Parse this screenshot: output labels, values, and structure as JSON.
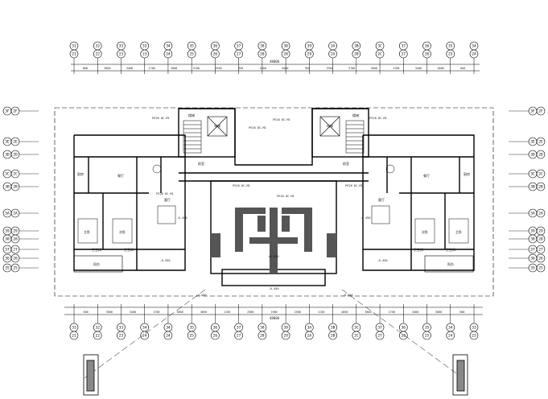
{
  "drawing": {
    "top_axis_labels": [
      [
        "31",
        "21"
      ],
      [
        "32",
        "22"
      ],
      [
        "33",
        "23"
      ],
      [
        "33",
        "23"
      ],
      [
        "34",
        "24"
      ],
      [
        "35",
        "25"
      ],
      [
        "36",
        "26"
      ],
      [
        "37",
        "27"
      ],
      [
        "38",
        "28"
      ],
      [
        "38",
        "28"
      ],
      [
        "39",
        "29"
      ],
      [
        "3A",
        "2A"
      ],
      [
        "3B",
        "2B"
      ],
      [
        "3C",
        "2C"
      ],
      [
        "37",
        "27"
      ],
      [
        "36",
        "26"
      ],
      [
        "35",
        "25"
      ],
      [
        "34",
        "24"
      ],
      [
        "34",
        "24"
      ],
      [
        "33",
        "23"
      ],
      [
        "32",
        "22"
      ],
      [
        "31",
        "21"
      ]
    ],
    "bottom_axis_labels": [
      [
        "31",
        "21"
      ],
      [
        "32",
        "22"
      ],
      [
        "33",
        "23"
      ],
      [
        "34",
        "24"
      ],
      [
        "34",
        "24"
      ],
      [
        "35",
        "25"
      ],
      [
        "36",
        "26"
      ],
      [
        "37",
        "27"
      ],
      [
        "38",
        "28"
      ],
      [
        "39",
        "29"
      ],
      [
        "3A",
        "2A"
      ],
      [
        "3B",
        "2B"
      ],
      [
        "3C",
        "2C"
      ],
      [
        "37",
        "27"
      ],
      [
        "36",
        "26"
      ],
      [
        "35",
        "25"
      ],
      [
        "34",
        "24"
      ],
      [
        "33",
        "23"
      ],
      [
        "32",
        "22"
      ],
      [
        "31",
        "21"
      ]
    ],
    "side_axis_labels": [
      [
        "3F",
        "2F"
      ],
      [
        "3E",
        "2E"
      ],
      [
        "3D",
        "2D"
      ],
      [
        "3C",
        "2C"
      ],
      [
        "3B",
        "2B"
      ],
      [
        "3A",
        "2A"
      ],
      [
        "39",
        "29"
      ],
      [
        "38",
        "28"
      ],
      [
        "37",
        "27"
      ],
      [
        "36",
        "26"
      ],
      [
        "35",
        "25"
      ]
    ],
    "top_overall_dimension": "48000",
    "bottom_overall_dimension": "48000",
    "top_dimensions": [
      "600",
      "3600",
      "3400",
      "1700",
      "3600",
      "3700",
      "1950",
      "950",
      "5400",
      "2600",
      "950",
      "1950",
      "3700",
      "3600",
      "1700",
      "3400",
      "3600",
      "600"
    ],
    "bottom_dimensions": [
      "600",
      "3600",
      "3400",
      "1700",
      "3600",
      "4050",
      "1150",
      "2500",
      "1900",
      "2500",
      "1150",
      "4050",
      "3600",
      "1700",
      "3400",
      "3600",
      "600"
    ],
    "room_labels": [
      "主卧",
      "次卧",
      "客厅",
      "餐厅",
      "厨房",
      "卫生间",
      "卫生间",
      "阳台",
      "卫生间",
      "卫生间",
      "主卧",
      "次卧",
      "客厅",
      "餐厅",
      "厨房",
      "阳台",
      "电梯",
      "楼梯",
      "前室",
      "前室",
      "电梯",
      "楼梯"
    ],
    "callouts": [
      "PE20 DC-M1",
      "PE20 DC-M1",
      "PE20 DC-M1",
      "PE20 DC-M1",
      "PE20 DC-M1",
      "PE20 DC-M1",
      "PE20 DC-M1",
      "PE20 DC-M1"
    ],
    "level_marks": [
      "±0.000",
      "-0.450",
      "-0.450",
      "-0.450",
      "-0.450",
      "-0.450",
      "-0.450",
      "-0.450"
    ],
    "colors": {
      "line": "#000000",
      "wall": "#555555",
      "accent": "#c00000",
      "text": "#222222"
    }
  }
}
